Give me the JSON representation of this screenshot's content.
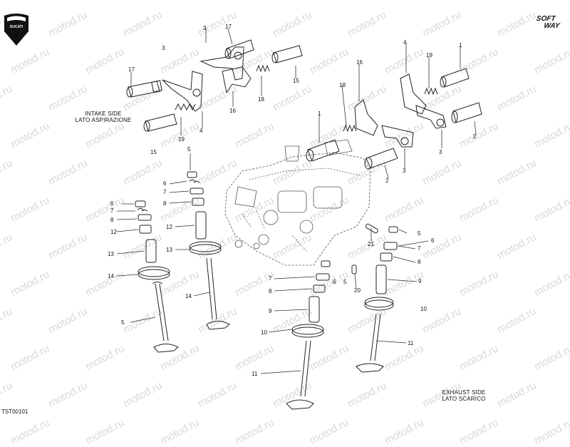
{
  "watermark": "motod.ru",
  "brand": {
    "line1": "SOFT",
    "line2": "WAY"
  },
  "logo": {
    "text": "DUCATI"
  },
  "labels": {
    "intake_side": [
      "INTAKE SIDE",
      "LATO ASPIRAZIONE"
    ],
    "exhaust_side": [
      "EXHAUST SIDE",
      "LATO SCARICO"
    ]
  },
  "drawing_code": "TST00101",
  "callouts": [
    "17",
    "3",
    "17",
    "3",
    "16",
    "18",
    "15",
    "19",
    "4",
    "15",
    "16",
    "1",
    "18",
    "4",
    "19",
    "1",
    "2",
    "3",
    "3",
    "2",
    "5",
    "6",
    "7",
    "8",
    "12",
    "13",
    "14",
    "5",
    "6",
    "7",
    "8",
    "12",
    "13",
    "14",
    "5",
    "6",
    "7",
    "8",
    "9",
    "10",
    "11",
    "21",
    "7",
    "6",
    "5",
    "8",
    "20",
    "9",
    "10",
    "11"
  ]
}
